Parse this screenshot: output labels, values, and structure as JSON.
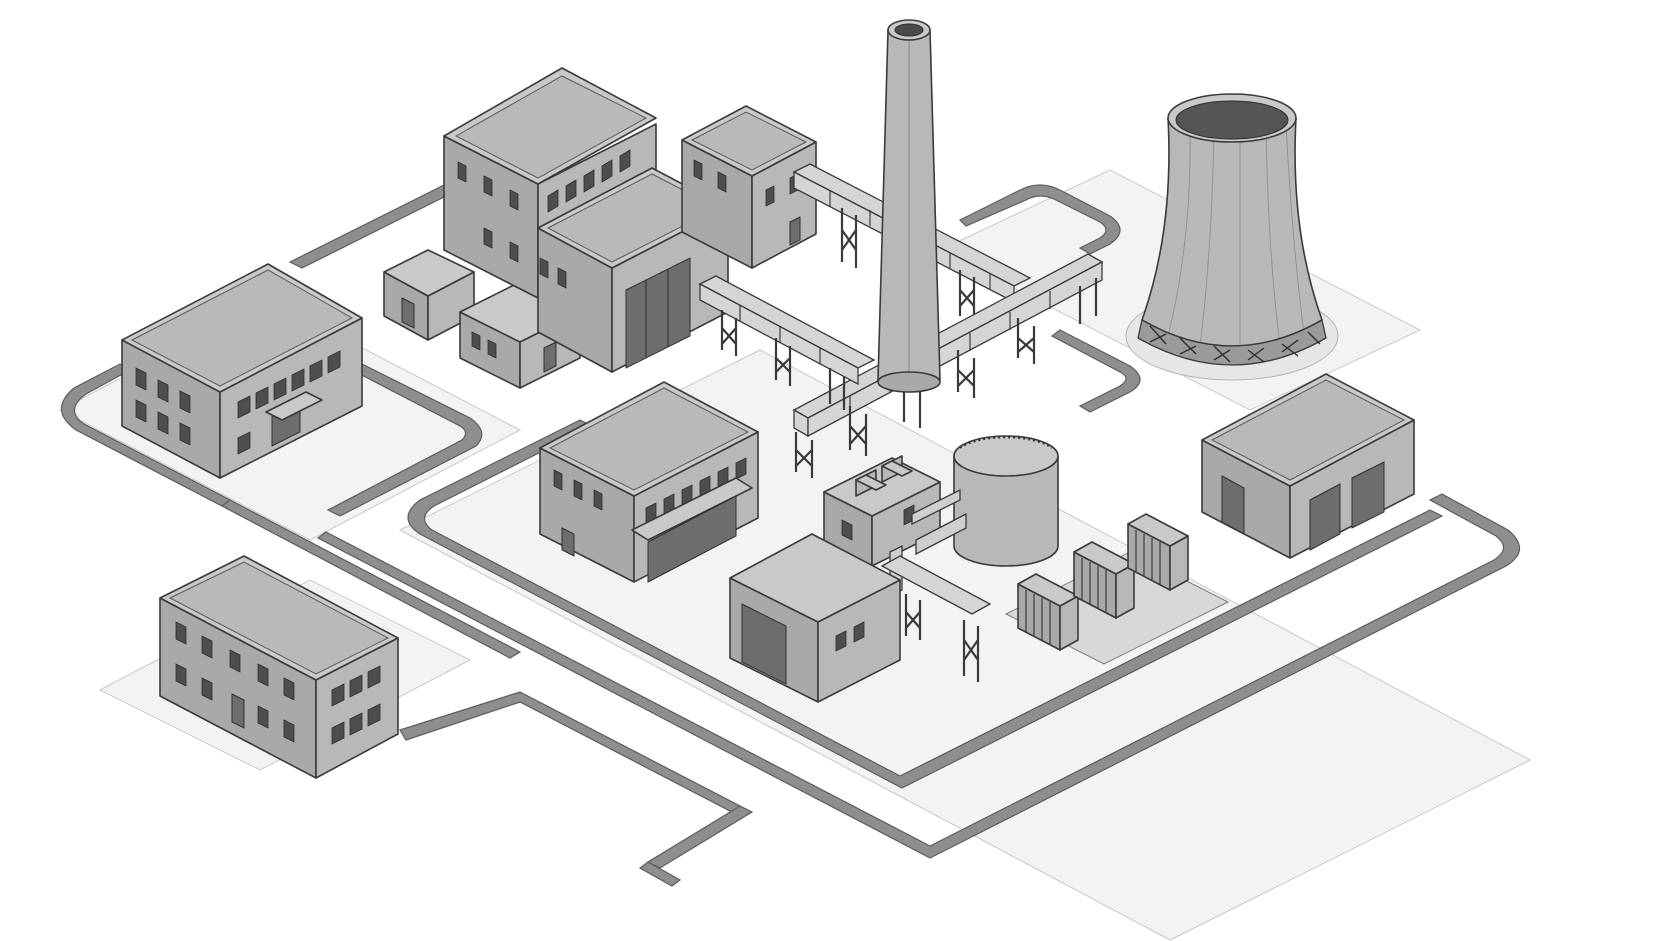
{
  "scene": {
    "background": "#ffffff",
    "road_color": "#8e8e8e",
    "building_roof_color": "#c9c9c9",
    "building_wall_color": "#a9a9a9"
  },
  "elements": [
    "cooling-tower",
    "smokestack",
    "main-plant-building",
    "office-building-west",
    "office-building-southwest",
    "workshop-building",
    "pump-house",
    "storage-tank",
    "transformer-units",
    "warehouse-east",
    "conveyor-bridges",
    "road-network"
  ]
}
